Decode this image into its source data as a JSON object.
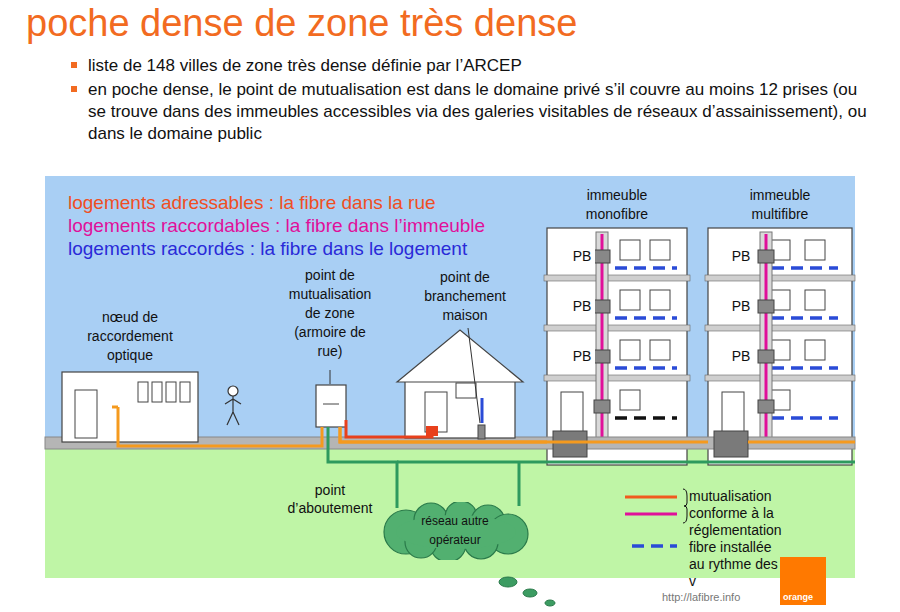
{
  "diagram": {
    "title": "poche dense de zone très dense",
    "nodes": [
      {
        "text": [
          "nœud de raccordement optique"
        ]
      },
      {
        "text": [
          "point de mutualisation de zone (armoire de rue)"
        ]
      },
      {
        "text": [
          "immeuble monofibre"
        ]
      },
      {
        "text": [
          "PB"
        ],
        "in": 2
      },
      {
        "text": [
          "PB"
        ],
        "in": 2
      },
      {
        "text": [
          "PB"
        ],
        "in": 2
      },
      {
        "text": [
          "immeuble multifibre"
        ]
      },
      {
        "text": [
          "PB"
        ],
        "in": 6
      },
      {
        "text": [
          "PB"
        ],
        "in": 6
      },
      {
        "text": [
          "PB"
        ],
        "in": 6
      },
      {
        "text": [
          "réseau autre opérateur"
        ]
      }
    ],
    "edges": [
      {
        "from": 0,
        "to": 1,
        "arrow": "none"
      },
      {
        "from": 10,
        "to": 1,
        "arrow": "none"
      },
      {
        "from": 1,
        "to": 2,
        "arrow": "none"
      },
      {
        "from": 1,
        "to": 6,
        "arrow": "none"
      }
    ],
    "labels": [
      "liste de 148 villes de zone très dense définie par l’ARCEP",
      "en poche dense, le point de mutualisation est dans le domaine privé s’il couvre au moins 12 prises (ou se trouve dans des immeubles accessibles via des galeries visitables de réseaux d’assainissement), ou dans le domaine public",
      "logements adressables : la fibre dans la rue",
      "logements raccordables : la fibre dans l’immeuble",
      "logements raccordés : la fibre dans le logement",
      "point de branchement maison",
      "point d’aboutement",
      "http://lafibre.info",
      "orange"
    ],
    "legend": [
      {
        "text": "mutualisation conforme à la réglementation"
      },
      {
        "text": "fibre installée au rythme des v"
      }
    ]
  }
}
